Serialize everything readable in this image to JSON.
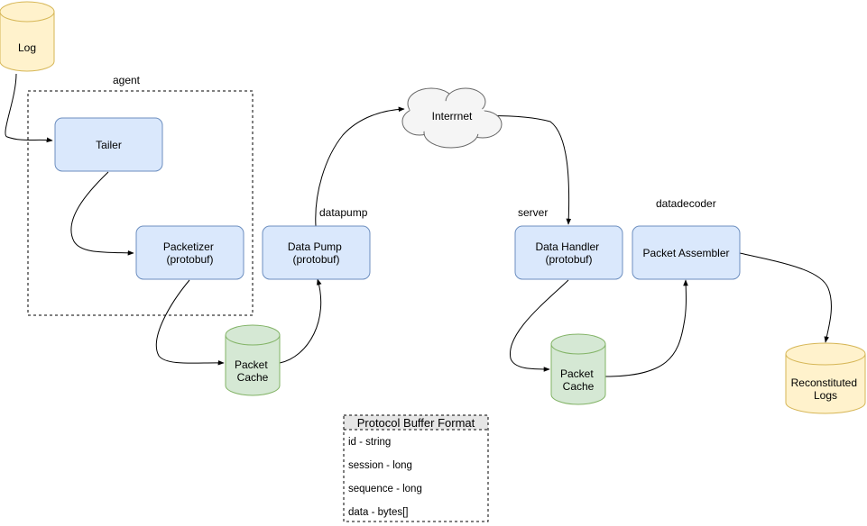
{
  "nodes": {
    "log": {
      "lines": [
        "Log"
      ]
    },
    "tailer": {
      "lines": [
        "Tailer"
      ]
    },
    "packetizer": {
      "lines": [
        "Packetizer",
        "(protobuf)"
      ]
    },
    "data_pump": {
      "lines": [
        "Data Pump",
        "(protobuf)"
      ]
    },
    "packet_cache_left": {
      "lines": [
        "Packet",
        "Cache"
      ]
    },
    "internet": {
      "lines": [
        "Interrnet"
      ]
    },
    "data_handler": {
      "lines": [
        "Data Handler",
        "(protobuf)"
      ]
    },
    "packet_assembler": {
      "lines": [
        "Packet Assembler"
      ]
    },
    "packet_cache_right": {
      "lines": [
        "Packet",
        "Cache"
      ]
    },
    "reconstituted_logs": {
      "lines": [
        "Reconstituted",
        "Logs"
      ]
    }
  },
  "labels": {
    "agent": "agent",
    "datapump": "datapump",
    "server": "server",
    "datadecoder": "datadecoder"
  },
  "legend": {
    "title": "Protocol Buffer Format",
    "items": [
      "id - string",
      "session - long",
      "sequence - long",
      "data - bytes[]"
    ]
  },
  "colors": {
    "process_fill": "#dae8fc",
    "process_stroke": "#6c8ebf",
    "storage_green_fill": "#d5e8d4",
    "storage_green_stroke": "#82b366",
    "storage_yellow_fill": "#fff2cc",
    "storage_yellow_stroke": "#d6b656",
    "cloud_fill": "#f5f5f5",
    "cloud_stroke": "#666666",
    "legend_header_fill": "#e6e6e6"
  }
}
